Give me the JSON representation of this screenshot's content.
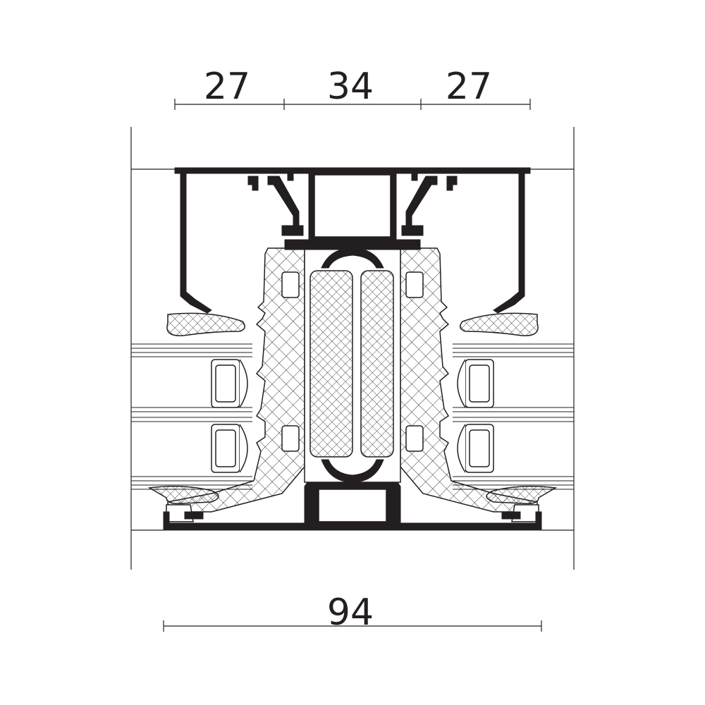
{
  "dimensions": {
    "top_left": "27",
    "top_center": "34",
    "top_right": "27",
    "bottom_total": "94"
  },
  "colors": {
    "ink": "#231f20",
    "background": "#ffffff"
  }
}
